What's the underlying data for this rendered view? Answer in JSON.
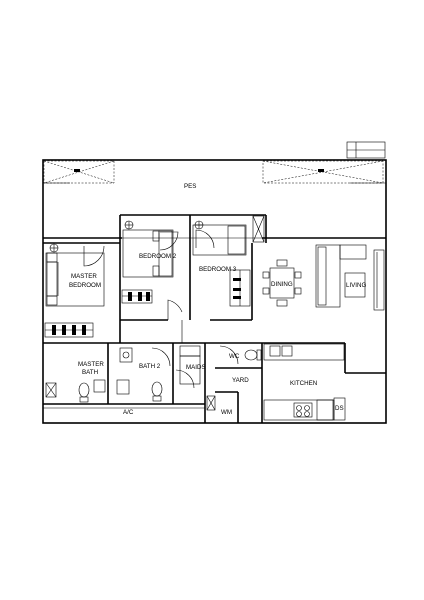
{
  "floorplan": {
    "rooms": {
      "pes": "PES",
      "bedroom2": "BEDROOM 2",
      "bedroom3": "BEDROOM 3",
      "master_line1": "MASTER",
      "master_line2": "BEDROOM",
      "dining": "DINING",
      "living": "LIVING",
      "master_bath_line1": "MASTER",
      "master_bath_line2": "BATH",
      "bath2": "BATH 2",
      "maids": "MAIDS",
      "wc": "WC",
      "yard": "YARD",
      "kitchen": "KITCHEN",
      "ac": "A/C",
      "wm": "WM",
      "ds": "DS"
    }
  }
}
